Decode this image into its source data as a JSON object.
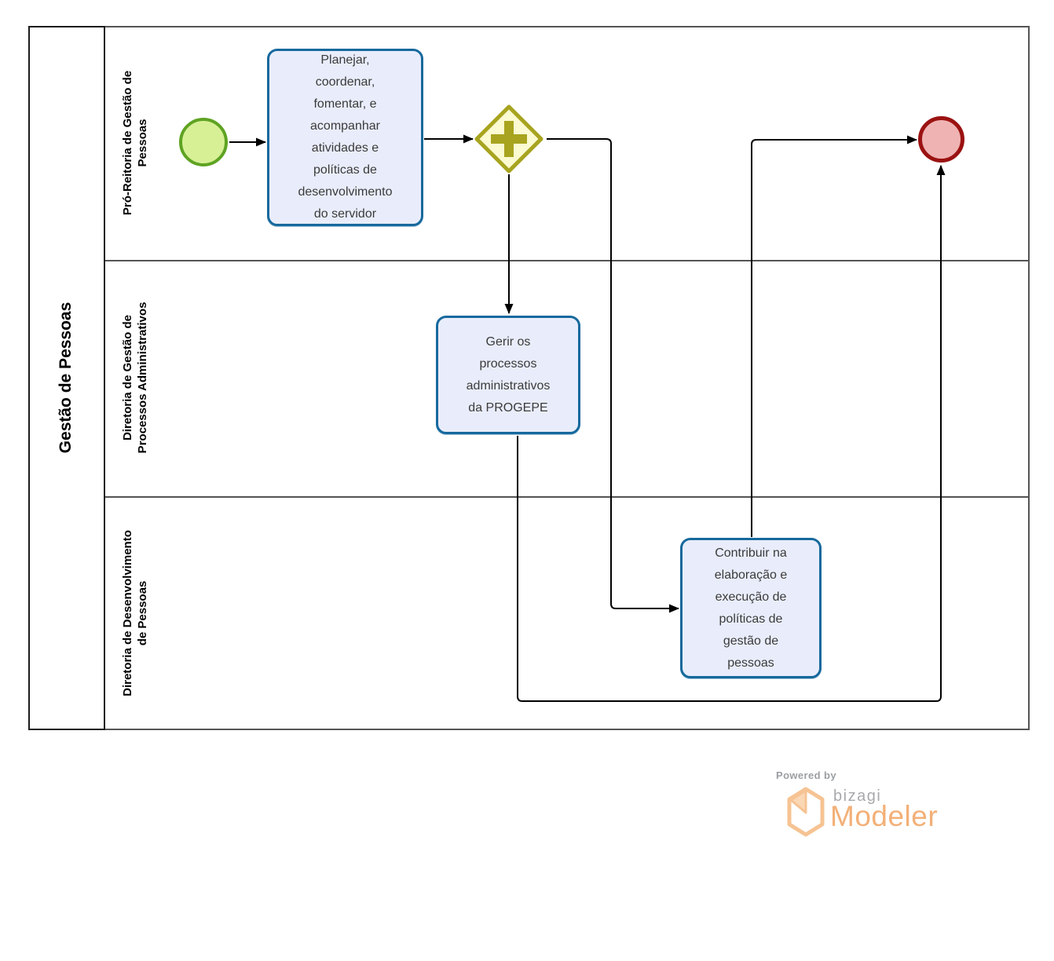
{
  "diagram": {
    "pool": {
      "title": "Gestão de Pessoas",
      "lanes": [
        {
          "label": "Pró-Reitoria de Gestão de\nPessoas"
        },
        {
          "label": "Diretoria de Gestão de\nProcessos Administrativos"
        },
        {
          "label": "Diretoria de Desenvolvimento\nde Pessoas"
        }
      ]
    },
    "nodes": {
      "start_event": {
        "type": "start-event"
      },
      "task_planejar": {
        "label": "Planejar,\ncoordenar,\nfomentar, e\nacompanhar\natividades e\npolíticas de\ndesenvolvimento\ndo servidor"
      },
      "gateway": {
        "type": "parallel-gateway"
      },
      "task_gerir": {
        "label": "Gerir os\nprocessos\nadministrativos\nda PROGEPE"
      },
      "task_contribuir": {
        "label": "Contribuir na\nelaboração e\nexecução de\npolíticas de\ngestão de\npessoas"
      },
      "end_event": {
        "type": "end-event"
      }
    },
    "colors": {
      "task_border": "#16699d",
      "task_fill": "#e9edfb",
      "start_border": "#5fa323",
      "start_fill": "#d7f096",
      "end_border": "#9b1212",
      "end_fill": "#efb3b3",
      "gateway_border": "#a8a41f",
      "gateway_fill": "#fbfad1",
      "flow_line": "#000000",
      "lane_border": "#545454",
      "brand_orange": "#f3b078",
      "brand_gray": "#a7a9ac"
    }
  },
  "branding": {
    "powered_by": "Powered by",
    "brand": "bizagi",
    "product": "Modeler"
  }
}
